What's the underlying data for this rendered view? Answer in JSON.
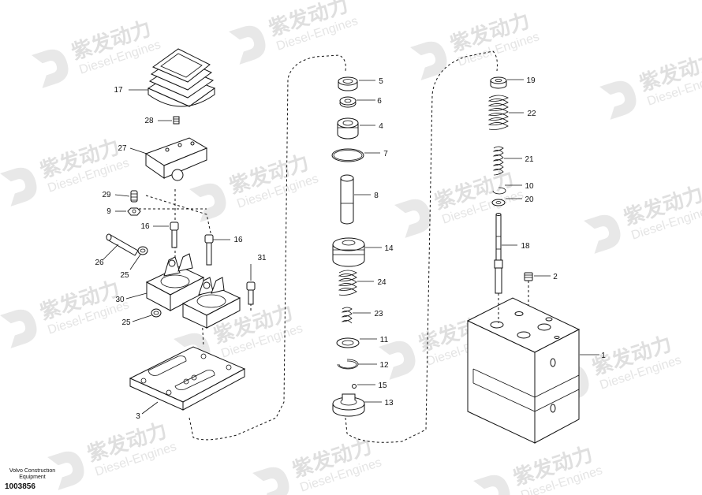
{
  "watermark": {
    "brand": "紫发动力",
    "sub": "Diesel-Engines"
  },
  "caption": {
    "line1": "Volvo Construction",
    "line2": "Equipment",
    "number": "1003856"
  },
  "part_labels": [
    "17",
    "28",
    "27",
    "29",
    "9",
    "16",
    "16",
    "26",
    "25",
    "31",
    "30",
    "25",
    "3",
    "5",
    "6",
    "4",
    "7",
    "8",
    "14",
    "24",
    "23",
    "11",
    "12",
    "15",
    "13",
    "19",
    "22",
    "21",
    "10",
    "20",
    "18",
    "2",
    "1"
  ]
}
